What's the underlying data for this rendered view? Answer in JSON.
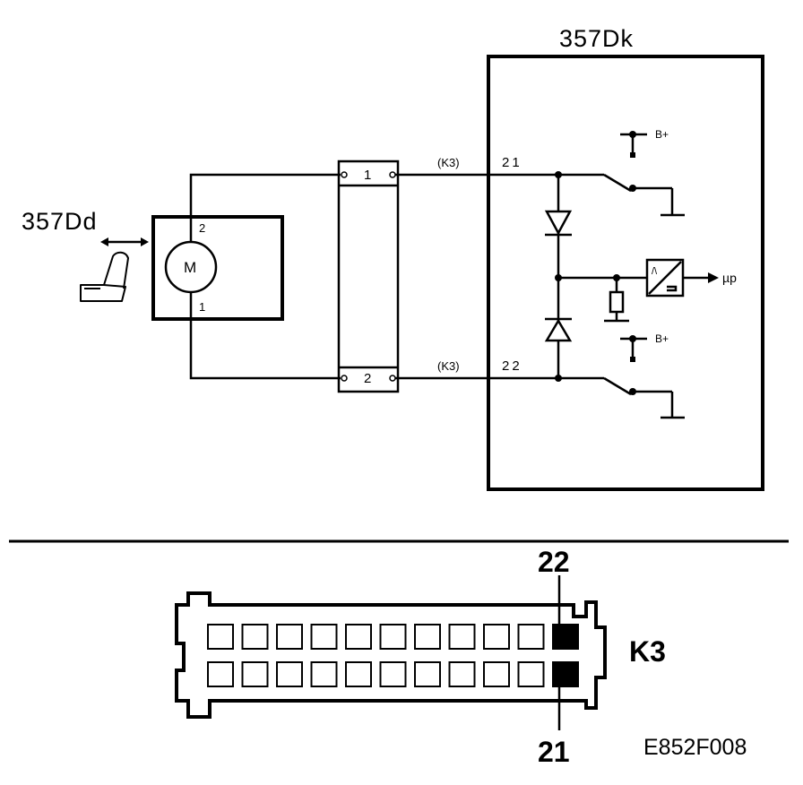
{
  "diagram": {
    "ecu_label": "357Dk",
    "motor_component_label": "357Dd",
    "motor_symbol_letter": "M",
    "motor_pin_top": "2",
    "motor_pin_bottom": "1",
    "inline_connector_pin_top": "1",
    "inline_connector_pin_bottom": "2",
    "wire_tag_top": "(K3)",
    "wire_tag_bottom": "(K3)",
    "ecu_pin_top": "21",
    "ecu_pin_bottom": "22",
    "supply_label_top": "B+",
    "supply_label_bottom": "B+",
    "micro_label": "µp"
  },
  "connector": {
    "name": "K3",
    "pin_upper_callout": "22",
    "pin_lower_callout": "21",
    "cells_per_row": 11
  },
  "figure_code": "E852F008"
}
